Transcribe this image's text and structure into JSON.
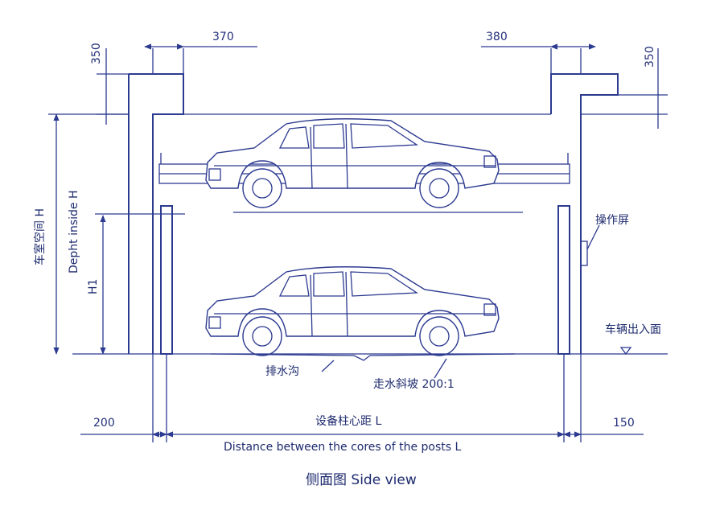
{
  "dimensions": {
    "top_left_width": "370",
    "top_right_width": "380",
    "left_slab": "350",
    "right_slab": "350",
    "left_offset": "200",
    "right_offset": "150"
  },
  "labels": {
    "garage_height_cn": "车室空间 H",
    "garage_height_en": "Depht inside H",
    "lower_height": "H1",
    "control_panel": "操作屏",
    "entry_level": "车辆出入面",
    "drain": "排水沟",
    "slope": "走水斜坡 200:1",
    "post_distance_cn": "设备柱心距 L",
    "post_distance_en": "Distance between the cores of the posts L"
  },
  "caption": "侧面图 Side view",
  "colors": {
    "line": "#2c3a90",
    "text": "#1d2a6e"
  }
}
